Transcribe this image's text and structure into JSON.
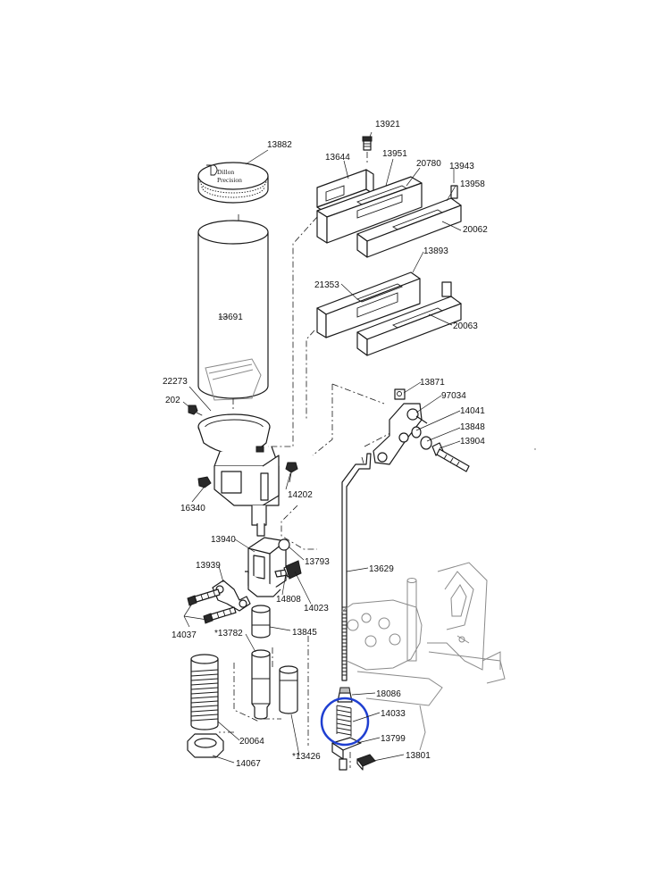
{
  "labels": {
    "p13921": "13921",
    "p13882": "13882",
    "p13644": "13644",
    "p13951": "13951",
    "p20780": "20780",
    "p13943": "13943",
    "p13958": "13958",
    "p20062": "20062",
    "p13893": "13893",
    "p21353": "21353",
    "p20063": "20063",
    "p13691": "13691",
    "p22273": "22273",
    "p202": "202",
    "p14202": "14202",
    "p16340": "16340",
    "p13871": "13871",
    "p97034": "97034",
    "p14041": "14041",
    "p13848": "13848",
    "p13904": "13904",
    "p13940": "13940",
    "p13793": "13793",
    "p13939": "13939",
    "p14808": "14808",
    "p14023": "14023",
    "p14037": "14037",
    "p13782": "*13782",
    "p13845": "13845",
    "p13629": "13629",
    "p18086": "18086",
    "p14033": "14033",
    "p13799": "13799",
    "p13801": "13801",
    "p20064": "20064",
    "p14067": "14067",
    "p13426": "*13426"
  },
  "logo": {
    "line1": "Dillon",
    "line2": "Precision"
  },
  "colors": {
    "highlight": "#1f3fd1",
    "line": "#1a1a1a"
  }
}
